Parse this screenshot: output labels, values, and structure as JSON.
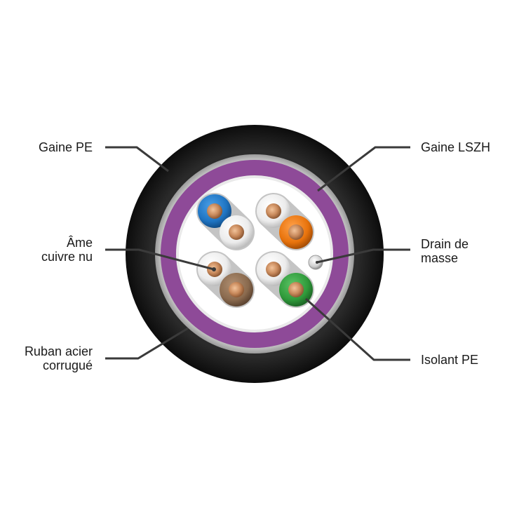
{
  "labels": {
    "gaine_pe": [
      "Gaine PE"
    ],
    "ame_cuivre": [
      "Âme",
      "cuivre nu"
    ],
    "ruban_acier": [
      "Ruban acier",
      "corrugué"
    ],
    "gaine_lszh": [
      "Gaine LSZH"
    ],
    "drain": [
      "Drain de",
      "masse"
    ],
    "isolant_pe": [
      "Isolant PE"
    ]
  },
  "colors": {
    "outer_jacket": "#1a1a1a",
    "steel_tape": "#d8d8d8",
    "lszh_jacket": "#8e4a98",
    "interior": "#ffffff",
    "copper": "#c98a5c",
    "pair_blue": "#1f74c2",
    "pair_orange": "#e8730c",
    "pair_brown": "#8a6a4e",
    "pair_green": "#2f9a3a",
    "pair_white": "#eeeeee",
    "leader_line": "#3a3a3a"
  }
}
